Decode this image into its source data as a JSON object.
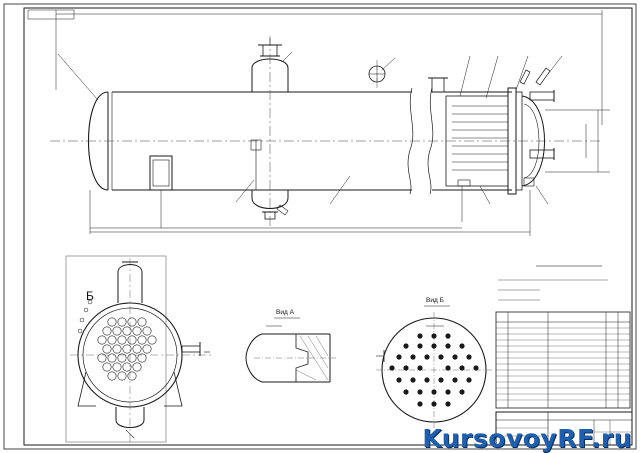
{
  "labels": {
    "detail_mark": "Б",
    "view_a_title": "Вид А",
    "view_b_title": "Вид Б"
  },
  "watermark": {
    "text": "KursovoyRF.ru"
  },
  "colors": {
    "line": "#1a1a1a",
    "axis": "#444444",
    "watermark": "#1f5fb0"
  }
}
